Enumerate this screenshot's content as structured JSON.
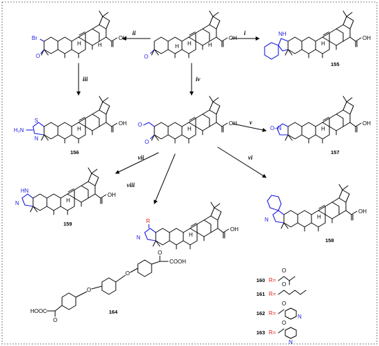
{
  "scheme": {
    "steps": [
      "i",
      "ii",
      "iii",
      "iv",
      "v",
      "vi",
      "vii",
      "viii"
    ],
    "compounds": {
      "c155": "155",
      "c156": "156",
      "c157": "157",
      "c158": "158",
      "c159": "159",
      "c164": "164",
      "c160": "160",
      "c161": "161",
      "c162": "162",
      "c163": "163"
    },
    "atoms": {
      "OH": "OH",
      "O": "O",
      "H": "H",
      "Br": "Br",
      "N": "N",
      "NH": "NH",
      "S": "S",
      "H2N": "H₂N",
      "R": "R",
      "R_eq": "R=",
      "HN": "HN",
      "COOH": "COOH",
      "HOOC": "HOOC",
      "ON": "O"
    },
    "colors": {
      "heteroatom": "#1a1adb",
      "r_group": "#e0201b",
      "bond": "#000000"
    }
  }
}
